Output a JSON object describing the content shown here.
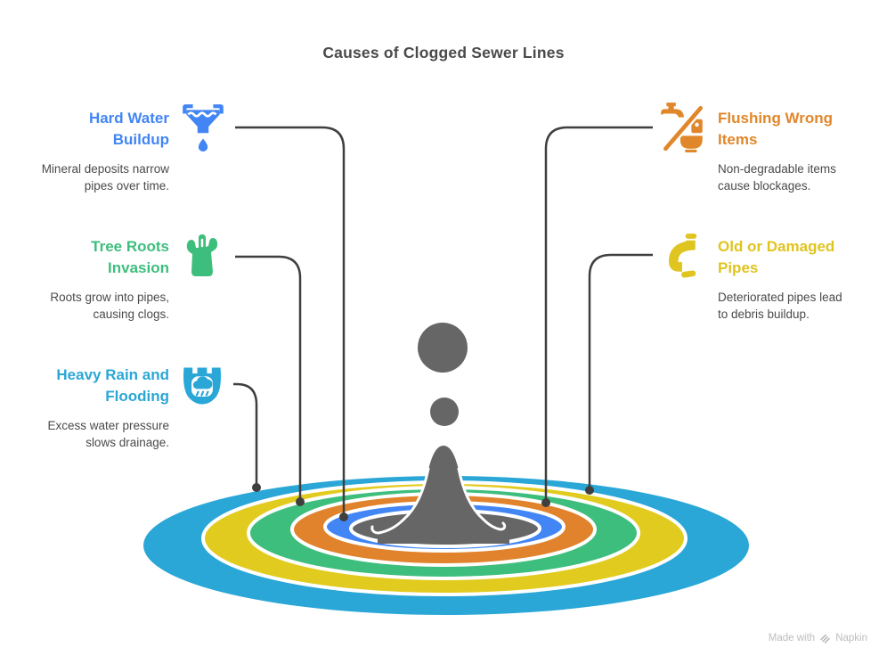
{
  "title": "Causes of Clogged Sewer Lines",
  "causes": [
    {
      "id": "hard-water-buildup",
      "side": "left",
      "color": "#4285F4",
      "icon": "water-softener-icon",
      "title": "Hard Water Buildup",
      "title_lines": [
        "Hard Water",
        "Buildup"
      ],
      "desc": "Mineral deposits narrow pipes over time.",
      "desc_lines": [
        "Mineral deposits narrow",
        "pipes over time."
      ]
    },
    {
      "id": "tree-roots-invasion",
      "side": "left",
      "color": "#3EBE7D",
      "icon": "tree-stump-icon",
      "title": "Tree Roots Invasion",
      "title_lines": [
        "Tree Roots",
        "Invasion"
      ],
      "desc": "Roots grow into pipes, causing clogs.",
      "desc_lines": [
        "Roots grow into pipes,",
        "causing clogs."
      ]
    },
    {
      "id": "heavy-rain-and-flooding",
      "side": "left",
      "color": "#2AA7D7",
      "icon": "rain-flood-icon",
      "title": "Heavy Rain and Flooding",
      "title_lines": [
        "Heavy Rain and",
        "Flooding"
      ],
      "desc": "Excess water pressure slows drainage.",
      "desc_lines": [
        "Excess water pressure",
        "slows drainage."
      ]
    },
    {
      "id": "flushing-wrong-items",
      "side": "right",
      "color": "#E1872B",
      "icon": "no-flush-icon",
      "title": "Flushing Wrong Items",
      "title_lines": [
        "Flushing Wrong",
        "Items"
      ],
      "desc": "Non-degradable items cause blockages.",
      "desc_lines": [
        "Non-degradable items",
        "cause blockages."
      ]
    },
    {
      "id": "old-or-damaged-pipes",
      "side": "right",
      "color": "#E0C41F",
      "icon": "broken-pipe-icon",
      "title": "Old or Damaged Pipes",
      "title_lines": [
        "Old or Damaged",
        "Pipes"
      ],
      "desc": "Deteriorated pipes lead to debris buildup.",
      "desc_lines": [
        "Deteriorated pipes lead",
        "to debris buildup."
      ]
    }
  ],
  "illustration": {
    "type": "water-splash-ripples",
    "splash_color": "#666666",
    "connector_color": "#3F3F3F",
    "ripples_outer_to_inner": [
      {
        "cause": "heavy-rain-and-flooding",
        "color": "#2AA7D7"
      },
      {
        "cause": "old-or-damaged-pipes",
        "color": "#E2CB1F"
      },
      {
        "cause": "tree-roots-invasion",
        "color": "#3EBE7D"
      },
      {
        "cause": "flushing-wrong-items",
        "color": "#E1832C"
      },
      {
        "cause": "hard-water-buildup",
        "color": "#4285F4"
      }
    ]
  },
  "footer": {
    "made_with": "Made with",
    "brand": "Napkin"
  }
}
